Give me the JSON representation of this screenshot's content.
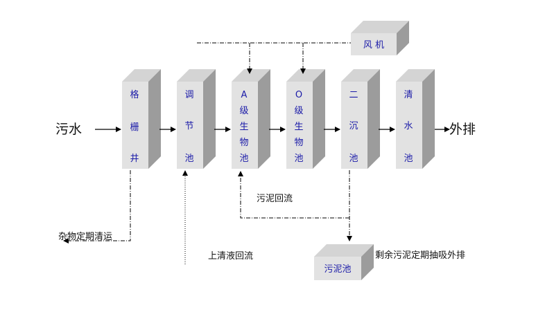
{
  "units": [
    {
      "id": "grid-well",
      "chars": [
        "格",
        "栅",
        "井"
      ]
    },
    {
      "id": "equalization-tank",
      "chars": [
        "调",
        "节",
        "池"
      ]
    },
    {
      "id": "anoxic-tank",
      "chars": [
        "A",
        "级",
        "生",
        "物",
        "池"
      ]
    },
    {
      "id": "oxic-tank",
      "chars": [
        "O",
        "级",
        "生",
        "物",
        "池"
      ]
    },
    {
      "id": "secondary-clarifier",
      "chars": [
        "二",
        "沉",
        "池"
      ]
    },
    {
      "id": "clear-water-tank",
      "chars": [
        "清",
        "水",
        "池"
      ]
    }
  ],
  "blower": "风 机",
  "sludge_tank": "污泥池",
  "inlet": "污水",
  "outlet": "外排",
  "notes": {
    "debris": "杂物定期清运",
    "supernatant": "上清液回流",
    "sludge_return": "污泥回流",
    "excess_sludge": "剩余污泥定期抽吸外排"
  }
}
